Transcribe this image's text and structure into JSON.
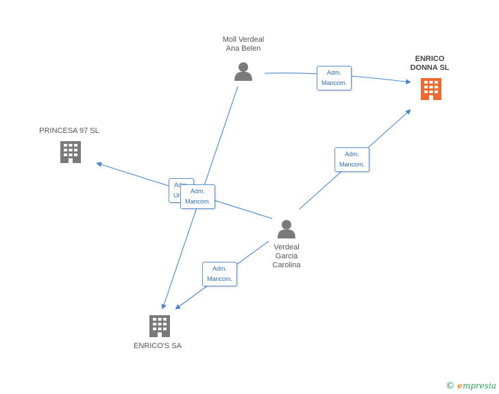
{
  "colors": {
    "edge": "#4a86d4",
    "node": "#7a7a7a",
    "focus_node": "#f06830",
    "badge_border": "#5b8fd4",
    "badge_text": "#2f6db5",
    "brand": "#2a9d5c"
  },
  "nodes": {
    "moll": {
      "line1": "Moll Verdeal",
      "line2": "Ana Belen",
      "type": "person"
    },
    "enrico_donna": {
      "line1": "ENRICO",
      "line2": "DONNA SL",
      "type": "company-focus"
    },
    "princesa": {
      "line1": "PRINCESA 97 SL",
      "type": "company"
    },
    "verdeal": {
      "line1": "Verdeal",
      "line2": "Garcia",
      "line3": "Carolina",
      "type": "person"
    },
    "enricos": {
      "line1": "ENRICO'S SA",
      "type": "company"
    }
  },
  "edges": {
    "moll_to_donna": {
      "line1": "Adm.",
      "line2": "Mancom."
    },
    "verdeal_to_donna": {
      "line1": "Adm.",
      "line2": "Mancom."
    },
    "verdeal_to_princesa": {
      "line1": "Adm.",
      "line2": "Unico"
    },
    "moll_to_enricos": {
      "line1": "Adm.",
      "line2": "Mancom."
    },
    "verdeal_to_enricos": {
      "line1": "Adm.",
      "line2": "Mancom."
    }
  },
  "brand": {
    "copyright": "©",
    "initial": "e",
    "name": "mpresia"
  }
}
